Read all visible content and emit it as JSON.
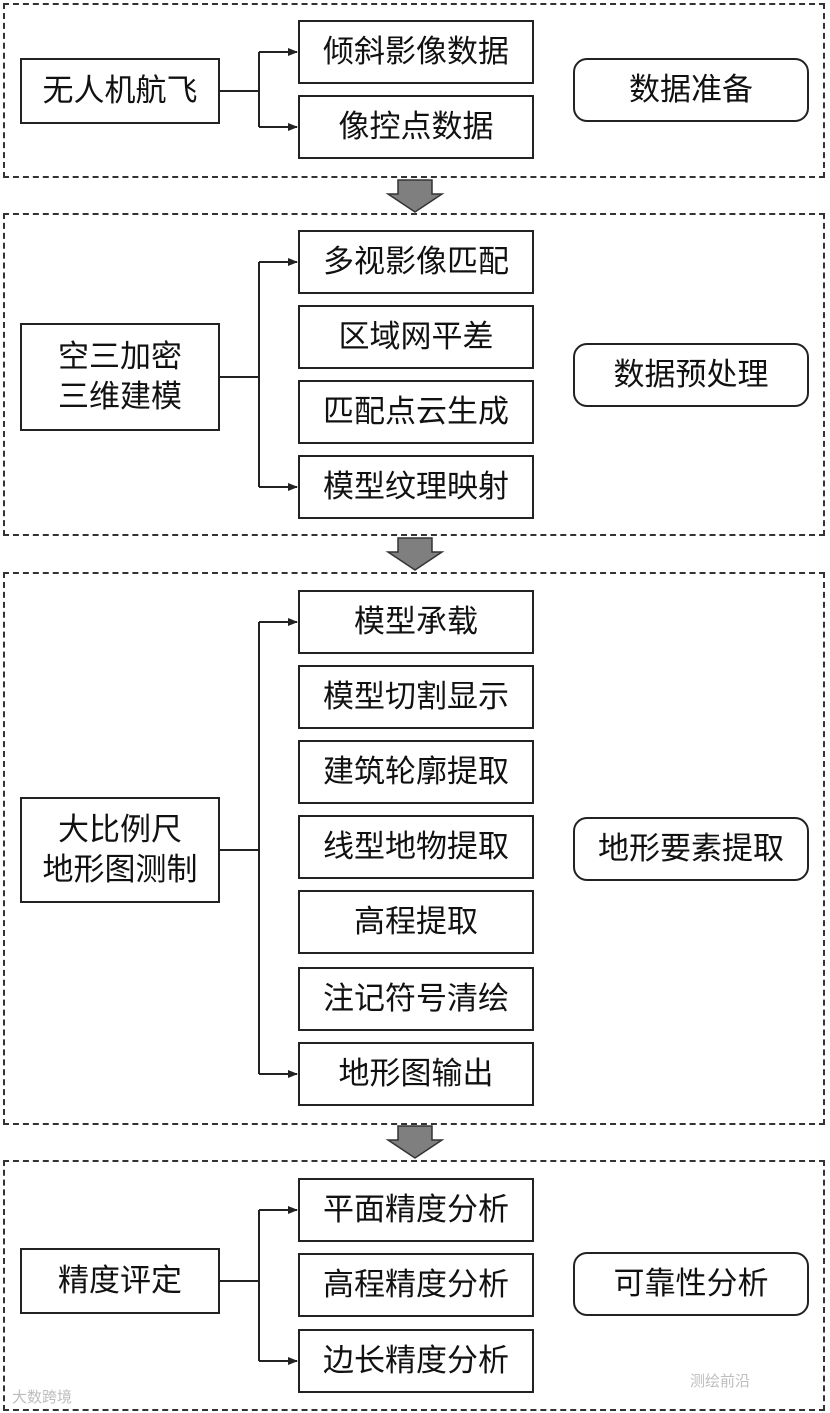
{
  "sections": [
    {
      "name": "section-data-preparation",
      "source_label": "无人机航飞",
      "targets": [
        "倾斜影像数据",
        "像控点数据"
      ],
      "stage_label": "数据准备"
    },
    {
      "name": "section-data-preprocessing",
      "source_label": "空三加密\n三维建模",
      "targets": [
        "多视影像匹配",
        "区域网平差",
        "匹配点云生成",
        "模型纹理映射"
      ],
      "stage_label": "数据预处理"
    },
    {
      "name": "section-terrain-extraction",
      "source_label": "大比例尺\n地形图测制",
      "targets": [
        "模型承载",
        "模型切割显示",
        "建筑轮廓提取",
        "线型地物提取",
        "高程提取",
        "注记符号清绘",
        "地形图输出"
      ],
      "stage_label": "地形要素提取"
    },
    {
      "name": "section-reliability-analysis",
      "source_label": "精度评定",
      "targets": [
        "平面精度分析",
        "高程精度分析",
        "边长精度分析"
      ],
      "stage_label": "可靠性分析"
    }
  ],
  "watermarks": {
    "left": "大数跨境",
    "right": "测绘前沿"
  },
  "colors": {
    "line": "#222222",
    "flow_arrow_fill": "#7f7f7f",
    "flow_arrow_stroke": "#333333",
    "dashed_border": "#333333"
  }
}
